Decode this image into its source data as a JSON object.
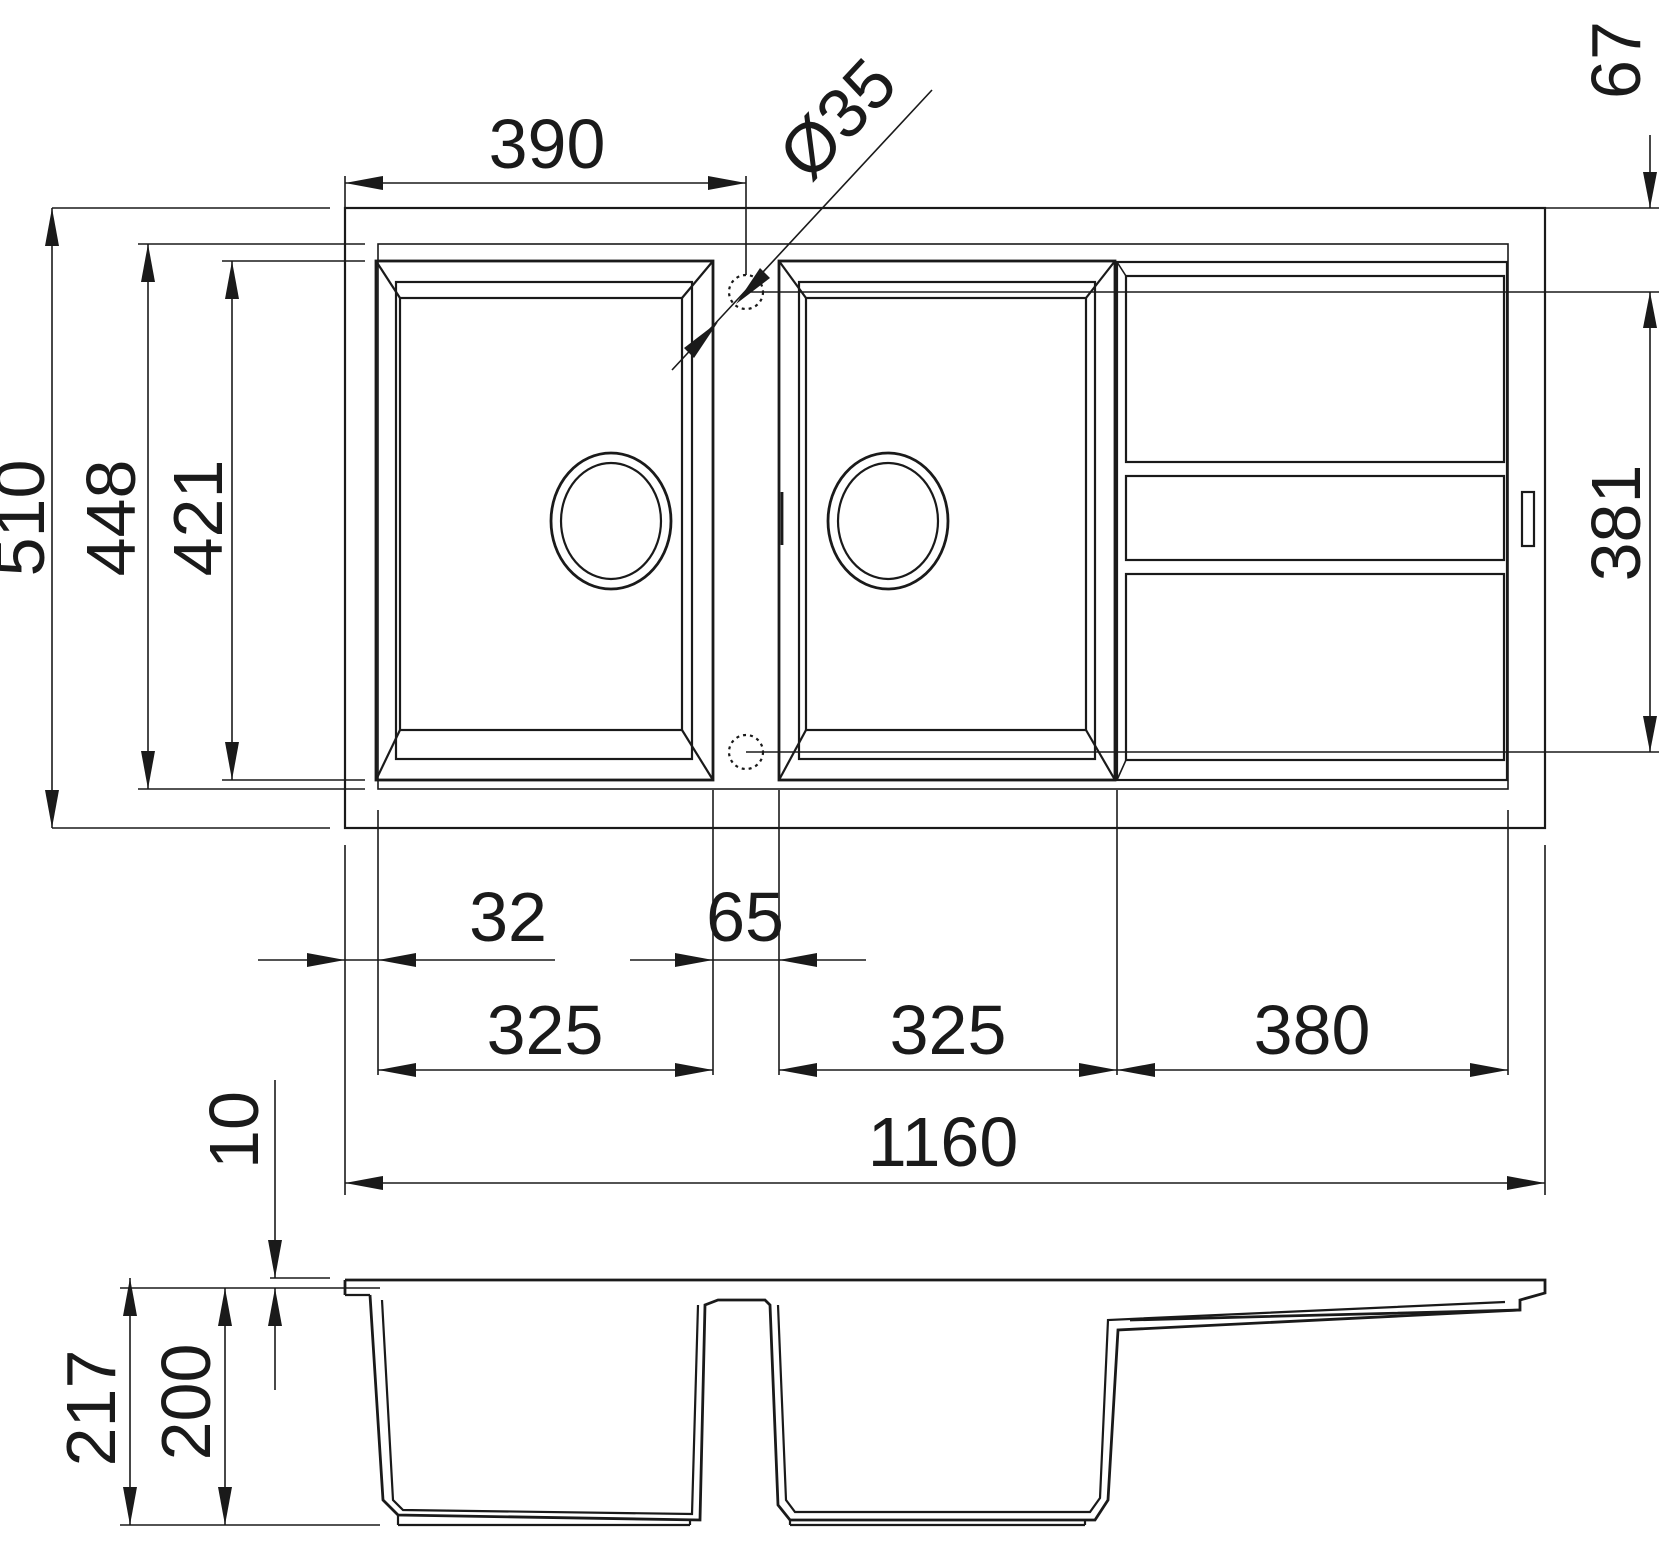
{
  "dimensions": {
    "top_width": "390",
    "hole_diameter": "Ø35",
    "tap_offset": "67",
    "overall_depth": "510",
    "bowl_outer_depth": "448",
    "bowl_inner_depth": "421",
    "drainer_depth": "381",
    "rim": "32",
    "divider": "65",
    "bowl_left_width": "325",
    "bowl_right_width": "325",
    "drainer_width": "380",
    "overall_width": "1160",
    "rim_thickness": "10",
    "overall_height": "217",
    "bowl_height": "200"
  }
}
